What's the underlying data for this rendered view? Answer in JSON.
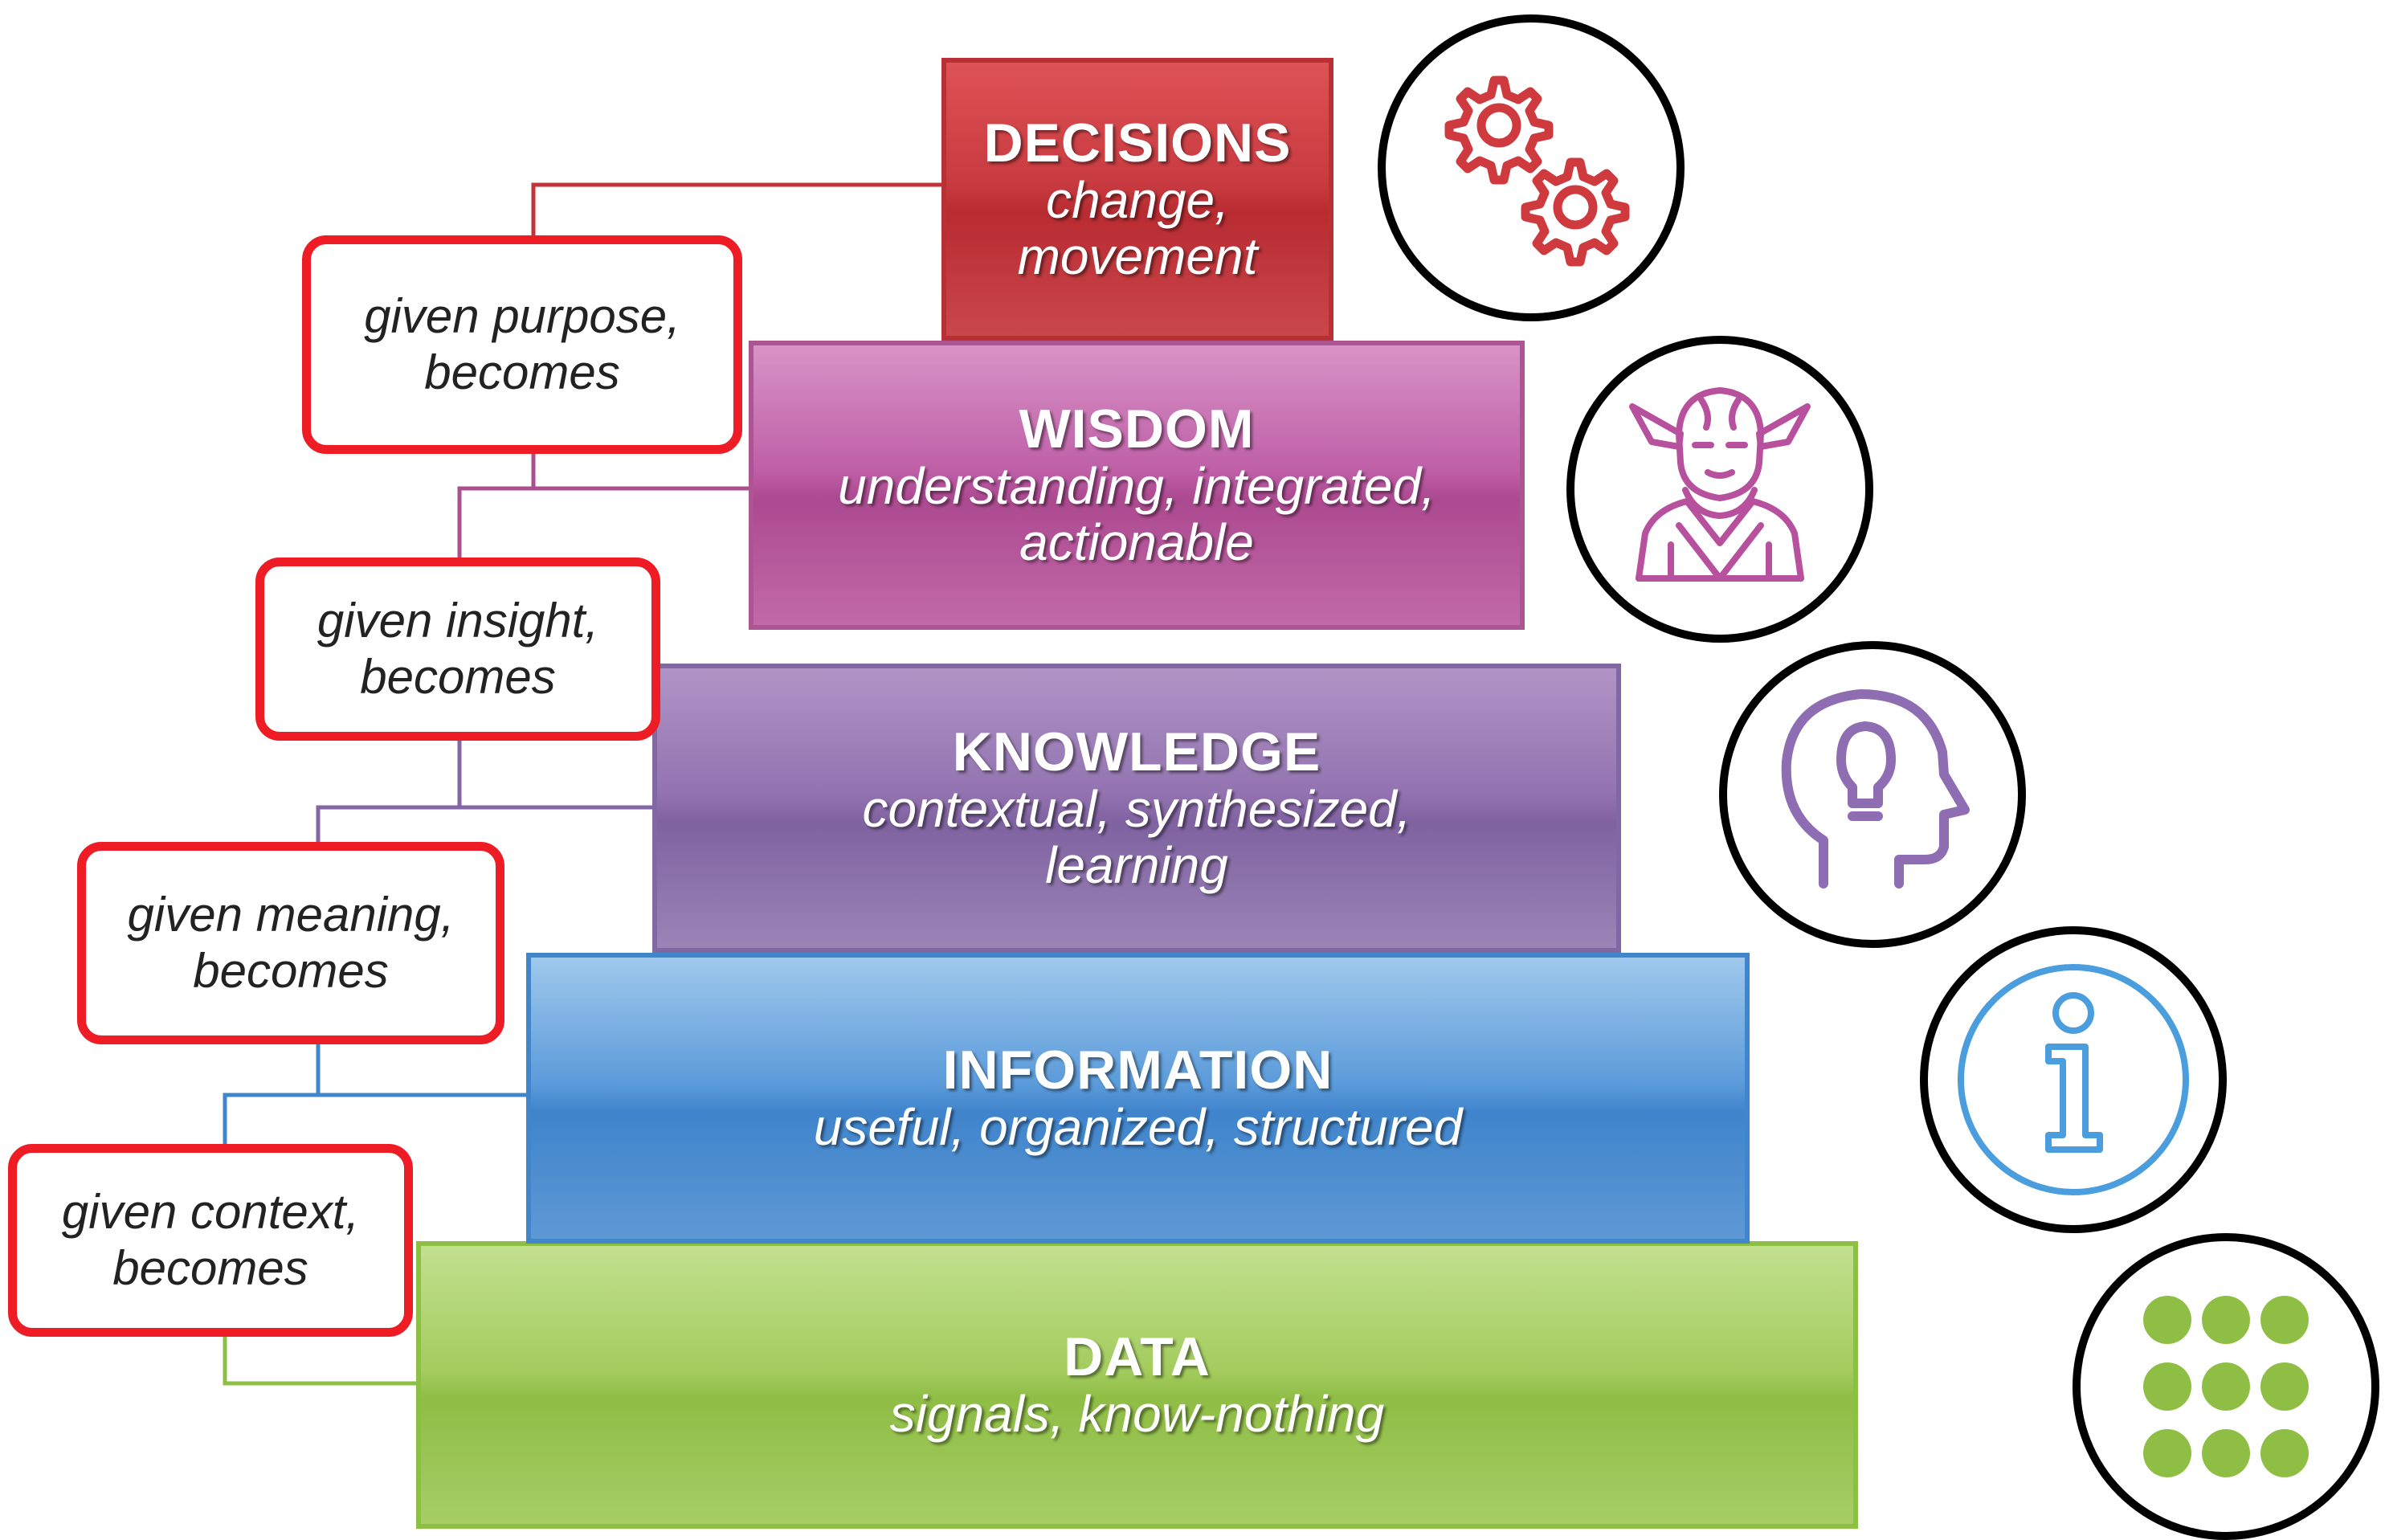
{
  "tiers": {
    "decisions": {
      "title": "DECISIONS",
      "subtitle_lines": [
        "change,",
        "movement"
      ]
    },
    "wisdom": {
      "title": "WISDOM",
      "subtitle_lines": [
        "understanding, integrated,",
        "actionable"
      ]
    },
    "knowledge": {
      "title": "KNOWLEDGE",
      "subtitle_lines": [
        "contextual, synthesized,",
        "learning"
      ]
    },
    "information": {
      "title": "INFORMATION",
      "subtitle_lines": [
        "useful, organized, structured"
      ]
    },
    "data": {
      "title": "DATA",
      "subtitle_lines": [
        "signals, know-nothing"
      ]
    }
  },
  "transitions": {
    "purpose": [
      "given purpose,",
      "becomes"
    ],
    "insight": [
      "given insight,",
      "becomes"
    ],
    "meaning": [
      "given meaning,",
      "becomes"
    ],
    "context": [
      "given context,",
      "becomes"
    ]
  },
  "icons": {
    "decisions": "gears-icon",
    "wisdom": "yoda-icon",
    "knowledge": "head-lightbulb-icon",
    "information": "info-icon",
    "data": "dot-grid-icon"
  },
  "colors": {
    "decisions": "#c73a3f",
    "wisdom": "#b44f9a",
    "knowledge": "#8a6cab",
    "information": "#4a90d2",
    "data": "#99c655",
    "transition_border": "#ee1c24",
    "icon_decisions": "#cf3a3f",
    "icon_wisdom": "#b7519d",
    "icon_knowledge": "#8f6db2",
    "icon_information": "#4a9ede",
    "icon_data": "#8fbe45"
  }
}
